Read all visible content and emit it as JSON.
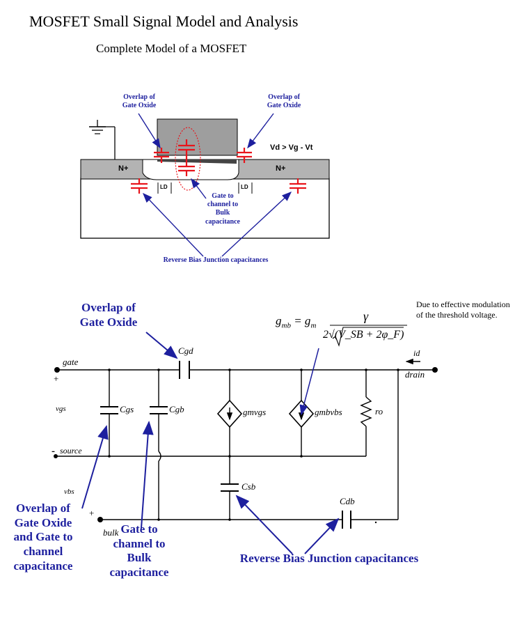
{
  "title": "MOSFET Small Signal Model and Analysis",
  "subtitle": "Complete Model of a MOSFET",
  "cross_section": {
    "overlap_left": "Overlap of\nGate Oxide",
    "overlap_right": "Overlap of\nGate Oxide",
    "bias_condition": "Vd > Vg - Vt",
    "n_plus_left": "N+",
    "n_plus_right": "N+",
    "ld_left": "LD",
    "ld_right": "LD",
    "gate_channel_bulk": "Gate to\nchannel to\nBulk\ncapacitance",
    "reverse_bias": "Reverse Bias Junction capacitances"
  },
  "circuit": {
    "overlap_label": "Overlap of\nGate Oxide",
    "gmb_formula": {
      "lhs": "g",
      "lhs_sub": "mb",
      "eq": " = g",
      "eq_sub": "m",
      "numerator": "γ",
      "denominator": "2√(V_SB + 2φ_F)"
    },
    "note": "Due to effective modulation of the threshold voltage.",
    "node_gate": "gate",
    "node_drain": "drain",
    "node_source": "source",
    "node_bulk": "bulk",
    "plus": "+",
    "minus": "-",
    "v_gs": "vgs",
    "v_bs": "vbs",
    "i_d": "id",
    "c_gd": "Cgd",
    "c_gs": "Cgs",
    "c_gb": "Cgb",
    "c_sb": "Csb",
    "c_db": "Cdb",
    "gm_vgs": "gmvgs",
    "gmb_vbs": "gmbvbs",
    "r_o": "ro",
    "label_overlap_gate": "Overlap of\nGate Oxide\nand Gate to\nchannel\ncapacitance",
    "label_gate_channel": "Gate to\nchannel to\nBulk\ncapacitance",
    "label_reverse": "Reverse Bias Junction capacitances"
  },
  "colors": {
    "label_blue": "#1d1f9e",
    "cap_red": "#e8141b",
    "gate_gray": "#9e9e9e",
    "well_gray": "#b3b3b3"
  }
}
